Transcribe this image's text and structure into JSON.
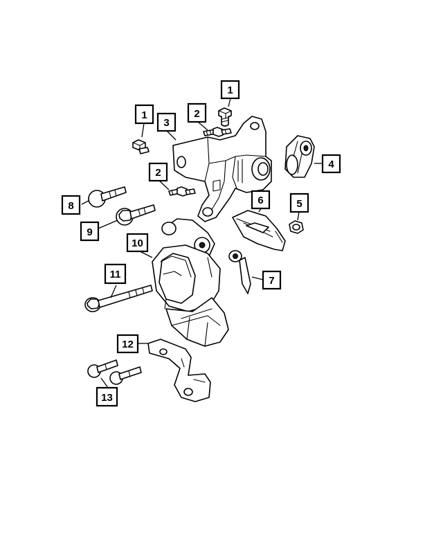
{
  "callouts": [
    {
      "id": "c1a",
      "label": "1"
    },
    {
      "id": "c1b",
      "label": "1"
    },
    {
      "id": "c2a",
      "label": "2"
    },
    {
      "id": "c2b",
      "label": "2"
    },
    {
      "id": "c3",
      "label": "3"
    },
    {
      "id": "c4",
      "label": "4"
    },
    {
      "id": "c5",
      "label": "5"
    },
    {
      "id": "c6",
      "label": "6"
    },
    {
      "id": "c7",
      "label": "7"
    },
    {
      "id": "c8",
      "label": "8"
    },
    {
      "id": "c9",
      "label": "9"
    },
    {
      "id": "c10",
      "label": "10"
    },
    {
      "id": "c11",
      "label": "11"
    },
    {
      "id": "c12",
      "label": "12"
    },
    {
      "id": "c13",
      "label": "13"
    }
  ]
}
